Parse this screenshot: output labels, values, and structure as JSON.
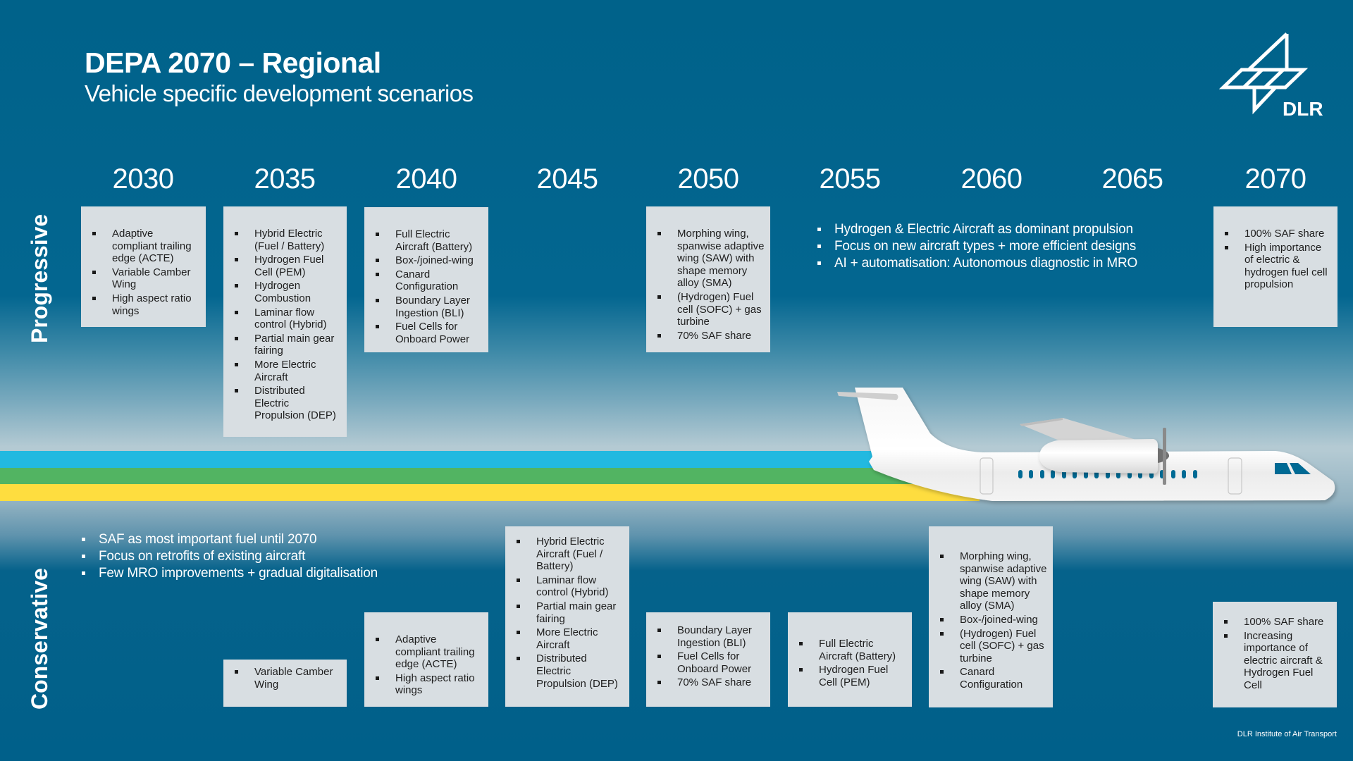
{
  "header": {
    "title": "DEPA 2070 – Regional",
    "subtitle": "Vehicle specific development scenarios",
    "logo_text": "DLR",
    "logo_icon": "dlr-logo-icon"
  },
  "timeline": {
    "years": [
      "2030",
      "2035",
      "2040",
      "2045",
      "2050",
      "2055",
      "2060",
      "2065",
      "2070"
    ]
  },
  "progressive": {
    "label": "Progressive",
    "boxes": [
      {
        "year": "2030",
        "items": [
          "Adaptive compliant trailing edge (ACTE)",
          "Variable Camber Wing",
          "High aspect ratio wings"
        ]
      },
      {
        "year": "2035",
        "items": [
          "Hybrid Electric (Fuel / Battery)",
          "Hydrogen Fuel Cell (PEM)",
          "Hydrogen Combustion",
          "Laminar flow control (Hybrid)",
          "Partial main gear fairing",
          "More Electric Aircraft",
          "Distributed Electric Propulsion (DEP)"
        ]
      },
      {
        "year": "2040",
        "items": [
          "Full Electric Aircraft (Battery)",
          "Box-/joined-wing",
          "Canard Configuration",
          "Boundary Layer Ingestion (BLI)",
          "Fuel Cells for Onboard Power"
        ]
      },
      {
        "year": "2050",
        "items": [
          "Morphing wing, spanwise adaptive wing (SAW) with shape memory alloy (SMA)",
          "(Hydrogen) Fuel cell (SOFC) + gas turbine",
          "70% SAF share"
        ]
      },
      {
        "year": "2070",
        "items": [
          "100% SAF share",
          "High importance of electric & hydrogen fuel cell propulsion"
        ]
      }
    ],
    "summary": [
      "Hydrogen & Electric Aircraft as dominant propulsion",
      "Focus on new aircraft types + more efficient designs",
      "AI + automatisation: Autonomous diagnostic in MRO"
    ]
  },
  "conservative": {
    "label": "Conservative",
    "summary": [
      "SAF as most important fuel until 2070",
      "Focus on retrofits of existing aircraft",
      "Few MRO improvements + gradual digitalisation"
    ],
    "boxes": [
      {
        "year": "2035",
        "items": [
          "Variable Camber Wing"
        ]
      },
      {
        "year": "2040",
        "items": [
          "Adaptive compliant trailing edge (ACTE)",
          "High aspect ratio wings"
        ]
      },
      {
        "year": "2045",
        "items": [
          "Hybrid Electric Aircraft (Fuel / Battery)",
          "Laminar flow control (Hybrid)",
          "Partial main gear fairing",
          "More Electric Aircraft",
          "Distributed Electric Propulsion (DEP)"
        ]
      },
      {
        "year": "2050",
        "items": [
          "Boundary Layer Ingestion (BLI)",
          "Fuel Cells for Onboard Power",
          "70% SAF share"
        ]
      },
      {
        "year": "2055",
        "items": [
          "Full Electric Aircraft (Battery)",
          "Hydrogen Fuel Cell (PEM)"
        ]
      },
      {
        "year": "2060",
        "items": [
          "Morphing wing, spanwise adaptive wing (SAW) with shape memory alloy (SMA)",
          "Box-/joined-wing",
          "(Hydrogen) Fuel cell (SOFC) + gas turbine",
          "Canard Configuration"
        ]
      },
      {
        "year": "2070",
        "items": [
          "100% SAF share",
          "Increasing importance of electric aircraft & Hydrogen Fuel Cell"
        ]
      }
    ]
  },
  "bands": {
    "colors": [
      "#22b9e0",
      "#52b462",
      "#fedd3f"
    ]
  },
  "illustration": {
    "icon": "regional-turboprop-aircraft-icon"
  },
  "footer": {
    "credit": "DLR Institute of Air Transport"
  },
  "colors": {
    "background_dark": "#00628a",
    "horizon_light": "#b4cad3",
    "box_fill": "#d8dee2",
    "text_light": "#ffffff"
  }
}
